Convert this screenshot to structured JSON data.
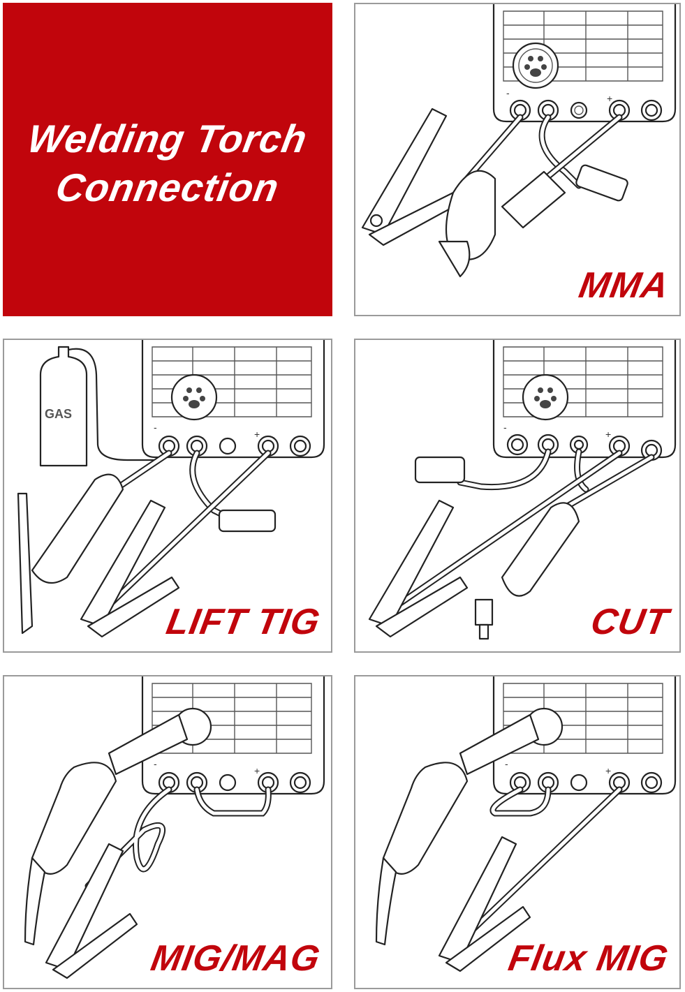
{
  "title": {
    "line1": "Welding Torch",
    "line2": "Connection",
    "background": "#c1050c"
  },
  "panels": [
    {
      "id": "mma",
      "label": "MMA"
    },
    {
      "id": "tig",
      "label": "LIFT TIG",
      "gas_label": "GAS"
    },
    {
      "id": "cut",
      "label": "CUT"
    },
    {
      "id": "mig",
      "label": "MIG/MAG"
    },
    {
      "id": "flux",
      "label": "Flux MIG"
    }
  ],
  "terminal_marks": {
    "negative": "-",
    "positive": "+"
  },
  "colors": {
    "accent": "#c1050c",
    "line": "#222222",
    "border": "#9a9a9a"
  }
}
